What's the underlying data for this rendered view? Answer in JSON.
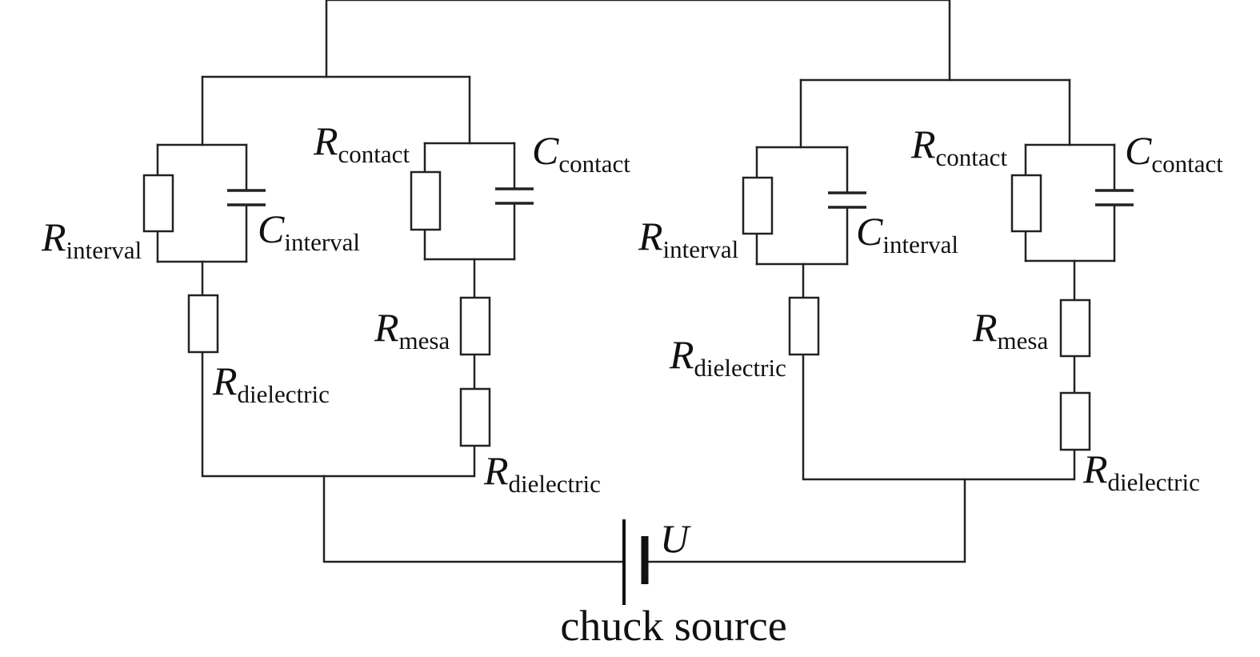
{
  "caption": "chuck source",
  "source_label": "U",
  "labels": {
    "left_r_interval": {
      "main": "R",
      "sub": "interval"
    },
    "left_c_interval": {
      "main": "C",
      "sub": "interval"
    },
    "left_r_contact": {
      "main": "R",
      "sub": "contact"
    },
    "left_c_contact": {
      "main": "C",
      "sub": "contact"
    },
    "left_r_dielectric_1": {
      "main": "R",
      "sub": "dielectric"
    },
    "left_r_mesa": {
      "main": "R",
      "sub": "mesa"
    },
    "left_r_dielectric_2": {
      "main": "R",
      "sub": "dielectric"
    },
    "right_r_interval": {
      "main": "R",
      "sub": "interval"
    },
    "right_c_interval": {
      "main": "C",
      "sub": "interval"
    },
    "right_r_contact": {
      "main": "R",
      "sub": "contact"
    },
    "right_c_contact": {
      "main": "C",
      "sub": "contact"
    },
    "right_r_dielectric_1": {
      "main": "R",
      "sub": "dielectric"
    },
    "right_r_mesa": {
      "main": "R",
      "sub": "mesa"
    },
    "right_r_dielectric_2": {
      "main": "R",
      "sub": "dielectric"
    }
  }
}
